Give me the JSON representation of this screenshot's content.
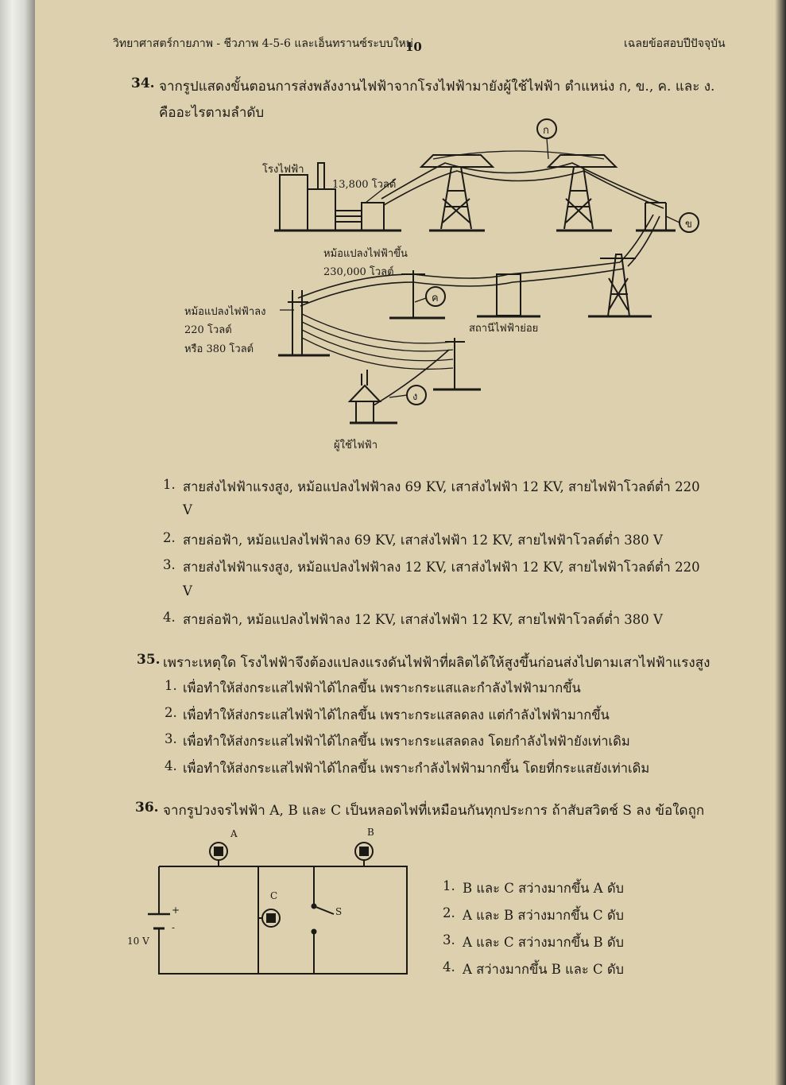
{
  "header": {
    "left": "วิทยาศาสตร์กายภาพ - ชีวภาพ 4-5-6 และเอ็นทรานซ์ระบบใหม่",
    "page_number": "10",
    "right": "เฉลยข้อสอบปีปัจจุบัน"
  },
  "q34": {
    "number": "34.",
    "line1": "จากรูปแสดงขั้นตอนการส่งพลังงานไฟฟ้าจากโรงไฟฟ้ามายังผู้ใช้ไฟฟ้า ตำแหน่ง ก, ข., ค. และ ง.",
    "line2": "คืออะไรตามลำดับ",
    "figure": {
      "power_plant": "โรงไฟฟ้า",
      "v13800": "13,800 โวลต์",
      "step_up_1": "หม้อแปลงไฟฟ้าขึ้น",
      "step_up_2": "230,000 โวลต์",
      "step_down_1": "หม้อแปลงไฟฟ้าลง",
      "step_down_2": "220 โวลต์",
      "step_down_3": "หรือ 380 โวลต์",
      "substation": "สถานีไฟฟ้าย่อย",
      "consumer": "ผู้ใช้ไฟฟ้า",
      "mark_a": "ก",
      "mark_b": "ข",
      "mark_c": "ค",
      "mark_d": "ง"
    },
    "options": [
      {
        "n": "1.",
        "text": "สายส่งไฟฟ้าแรงสูง, หม้อแปลงไฟฟ้าลง 69 KV, เสาส่งไฟฟ้า 12 KV, สายไฟฟ้าโวลต์ต่ำ 220",
        "cont": "V"
      },
      {
        "n": "2.",
        "text": "สายล่อฟ้า, หม้อแปลงไฟฟ้าลง 69 KV, เสาส่งไฟฟ้า 12 KV, สายไฟฟ้าโวลต์ต่ำ 380 V"
      },
      {
        "n": "3.",
        "text": "สายส่งไฟฟ้าแรงสูง, หม้อแปลงไฟฟ้าลง 12 KV, เสาส่งไฟฟ้า 12 KV, สายไฟฟ้าโวลต์ต่ำ 220",
        "cont": "V"
      },
      {
        "n": "4.",
        "text": "สายล่อฟ้า, หม้อแปลงไฟฟ้าลง 12 KV, เสาส่งไฟฟ้า 12 KV, สายไฟฟ้าโวลต์ต่ำ 380 V"
      }
    ]
  },
  "q35": {
    "number": "35.",
    "line1": "เพราะเหตุใด โรงไฟฟ้าจึงต้องแปลงแรงดันไฟฟ้าที่ผลิตได้ให้สูงขึ้นก่อนส่งไปตามเสาไฟฟ้าแรงสูง",
    "options": [
      {
        "n": "1.",
        "text": "เพื่อทำให้ส่งกระแสไฟฟ้าได้ไกลขึ้น เพราะกระแสและกำลังไฟฟ้ามากขึ้น"
      },
      {
        "n": "2.",
        "text": "เพื่อทำให้ส่งกระแสไฟฟ้าได้ไกลขึ้น เพราะกระแสลดลง แต่กำลังไฟฟ้ามากขึ้น"
      },
      {
        "n": "3.",
        "text": "เพื่อทำให้ส่งกระแสไฟฟ้าได้ไกลขึ้น เพราะกระแสลดลง โดยกำลังไฟฟ้ายังเท่าเดิม"
      },
      {
        "n": "4.",
        "text": "เพื่อทำให้ส่งกระแสไฟฟ้าได้ไกลขึ้น เพราะกำลังไฟฟ้ามากขึ้น โดยที่กระแสยังเท่าเดิม"
      }
    ]
  },
  "q36": {
    "number": "36.",
    "line1": "จากรูปวงจรไฟฟ้า A, B และ C เป็นหลอดไฟที่เหมือนกันทุกประการ ถ้าสับสวิตช์ S ลง ข้อใดถูก",
    "circuit": {
      "lamp_a": "A",
      "lamp_b": "B",
      "lamp_c": "C",
      "switch": "S",
      "battery_voltage": "10 V",
      "plus": "+",
      "minus": "-"
    },
    "options": [
      {
        "n": "1.",
        "text": "B และ C สว่างมากขึ้น A ดับ"
      },
      {
        "n": "2.",
        "text": "A และ B สว่างมากขึ้น C ดับ"
      },
      {
        "n": "3.",
        "text": "A และ C สว่างมากขึ้น B ดับ"
      },
      {
        "n": "4.",
        "text": "A สว่างมากขึ้น B และ C ดับ"
      }
    ]
  }
}
